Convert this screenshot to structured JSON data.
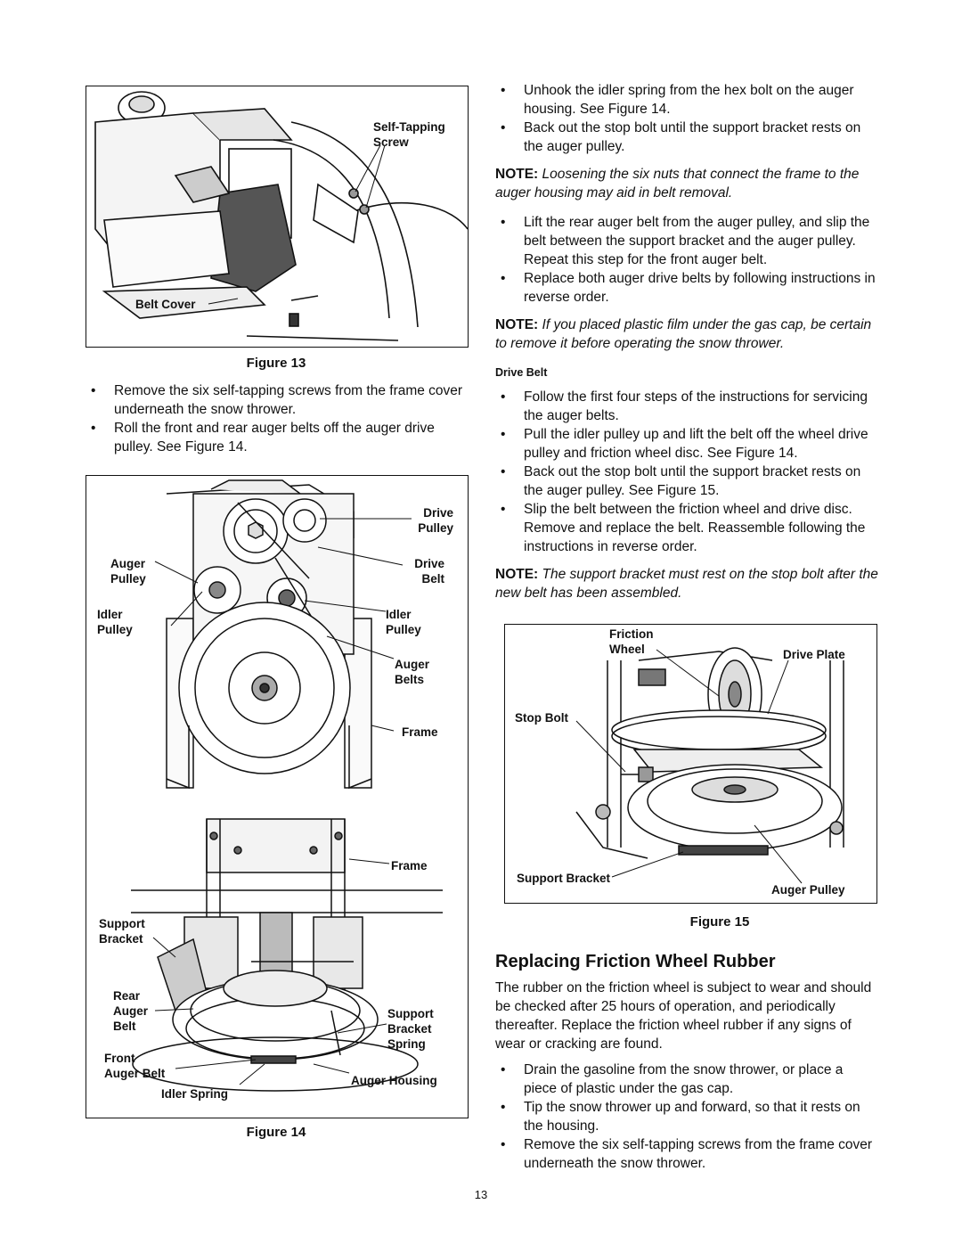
{
  "figure13": {
    "caption": "Figure 13",
    "labels": {
      "self_tapping_screw": "Self-Tapping\nScrew",
      "belt_cover": "Belt Cover"
    }
  },
  "left_bullets_1": [
    "Remove the six self-tapping screws from the frame cover underneath the snow thrower.",
    "Roll the front and rear auger belts off the auger drive pulley. See Figure 14."
  ],
  "figure14": {
    "caption": "Figure 14",
    "labels": {
      "drive_pulley": "Drive\nPulley",
      "auger_pulley": "Auger\nPulley",
      "drive_belt": "Drive\nBelt",
      "idler_pulley_left": "Idler\nPulley",
      "idler_pulley_right": "Idler\nPulley",
      "auger_belts": "Auger\nBelts",
      "frame_upper": "Frame",
      "frame_lower": "Frame",
      "support_bracket_left": "Support\nBracket",
      "rear_auger_belt": "Rear\nAuger\nBelt",
      "support_bracket_spring": "Support\nBracket\nSpring",
      "front_auger_belt": "Front\nAuger Belt",
      "auger_housing": "Auger Housing",
      "idler_spring": "Idler Spring"
    }
  },
  "right_bullets_1": [
    "Unhook the idler spring from the hex bolt on the auger housing. See Figure 14.",
    "Back out the stop bolt until the support bracket rests on the auger pulley."
  ],
  "note1": {
    "prefix": "NOTE:",
    "text": " Loosening the six nuts that connect the frame to the auger housing may aid in belt removal."
  },
  "right_bullets_2": [
    "Lift the rear auger belt from the auger pulley, and slip the belt between the support bracket and the auger pulley. Repeat this step for the front auger belt.",
    "Replace both auger drive belts by following instructions in reverse order."
  ],
  "note2": {
    "prefix": "NOTE:",
    "text": " If you placed plastic film under the gas cap, be certain to remove it before operating the snow thrower."
  },
  "drive_belt_heading": "Drive Belt",
  "right_bullets_3": [
    "Follow the first four steps of the instructions for servicing the auger belts.",
    "Pull the idler pulley up and lift the belt off the wheel drive pulley and friction wheel disc. See Figure 14.",
    "Back out the stop bolt until the support bracket rests on the auger pulley. See Figure 15.",
    "Slip the belt between the friction wheel and drive disc. Remove and replace the belt. Reassemble following the instructions in reverse order."
  ],
  "note3": {
    "prefix": "NOTE:",
    "text": " The support bracket must rest on the stop bolt after the new belt has been assembled."
  },
  "figure15": {
    "caption": "Figure 15",
    "labels": {
      "friction_wheel": "Friction\nWheel",
      "drive_plate": "Drive Plate",
      "stop_bolt": "Stop Bolt",
      "support_bracket": "Support Bracket",
      "auger_pulley": "Auger Pulley"
    }
  },
  "section_title": "Replacing Friction Wheel Rubber",
  "section_para": "The rubber on the friction wheel is subject to wear and should be checked after 25 hours of operation, and periodically thereafter. Replace the friction wheel rubber if any signs of wear or cracking are found.",
  "right_bullets_4": [
    "Drain the gasoline from the snow thrower, or place a piece of plastic under the gas cap.",
    "Tip the snow thrower up and forward, so that it rests on the housing.",
    "Remove the six self-tapping screws from the frame cover underneath the snow thrower."
  ],
  "page_number": "13"
}
